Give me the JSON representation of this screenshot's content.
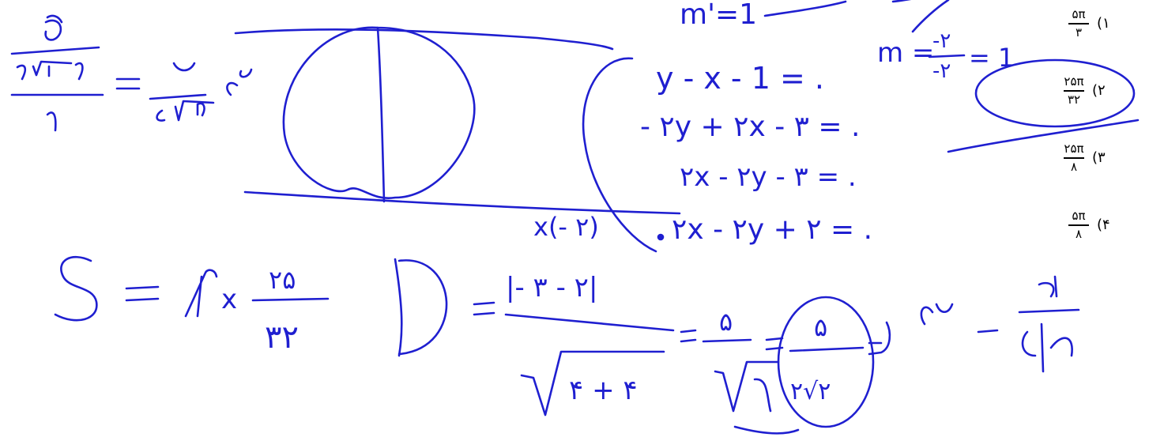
{
  "choices": [
    {
      "num": "(۱",
      "numerator": "۵π",
      "denominator": "۳"
    },
    {
      "num": "(۲",
      "numerator": "۲۵π",
      "denominator": "۳۲"
    },
    {
      "num": "(۳",
      "numerator": "۲۵π",
      "denominator": "۸"
    },
    {
      "num": "(۴",
      "numerator": "۵π",
      "denominator": "۸"
    }
  ],
  "handwriting": {
    "slope_top": "m'=1",
    "slope_calc": "m = -۲/-۲ = 1",
    "eq1": "y - x - 1 = .",
    "eq2": "- ۲y + ۲x - ۳ = .",
    "eq3": "۲x - ۲y - ۳ = .",
    "eq4": "۲x - ۲y + ۲ = .",
    "mult": "x(-۲)",
    "area": "S = π x ۲۵/۳۲",
    "distance": "D = |-۳-۲| / √(۴+۴) = ۵/√۸ = ۵/(۲√۲) => شعاع = ۵/(۲√۲)",
    "left_calc": "(۵/۲√۲)/۲ = ۵/(۴√۲) شعاع"
  },
  "ink_color": "#1f1fd0"
}
